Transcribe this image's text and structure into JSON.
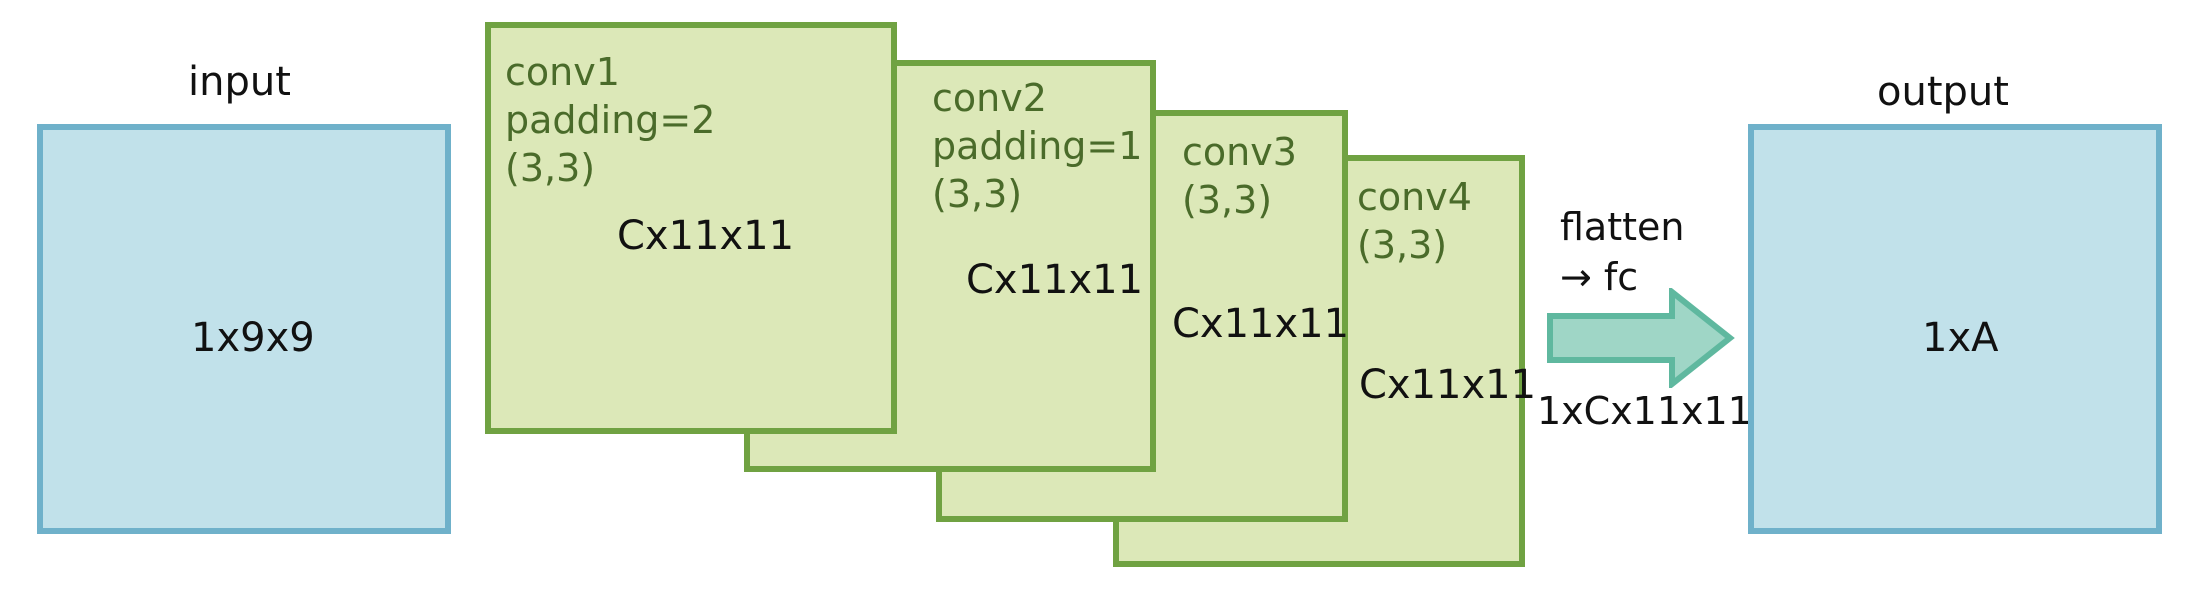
{
  "input": {
    "title": "input",
    "dims": "1x9x9"
  },
  "output": {
    "title": "output",
    "dims": "1xA"
  },
  "layers": [
    {
      "name": "conv1",
      "padding": "padding=2",
      "kernel": "(3,3)",
      "dims": "Cx11x11"
    },
    {
      "name": "conv2",
      "padding": "padding=1",
      "kernel": "(3,3)",
      "dims": "Cx11x11"
    },
    {
      "name": "conv3",
      "padding": "",
      "kernel": "(3,3)",
      "dims": "Cx11x11"
    },
    {
      "name": "conv4",
      "padding": "",
      "kernel": "(3,3)",
      "dims": "Cx11x11"
    }
  ],
  "transition": {
    "line1": "flatten",
    "line2": "→ fc",
    "shape": "1xCx11x11"
  },
  "colors": {
    "blue_fill": "#c1e1ea",
    "blue_border": "#6fb1ca",
    "green_fill": "#dce8b8",
    "green_border": "#70a242",
    "arrow_fill": "#9fd6c6",
    "arrow_border": "#5fb89f",
    "label_green": "#4a6b2a"
  }
}
